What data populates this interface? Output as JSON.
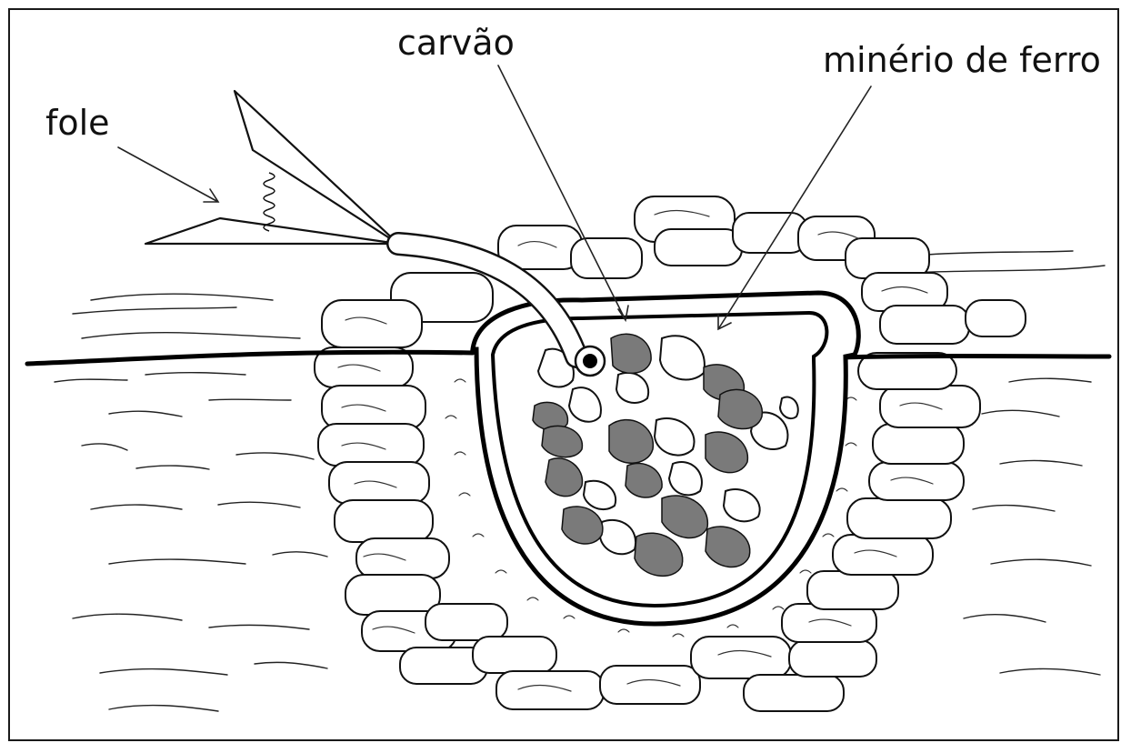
{
  "labels": {
    "bellows": "fole",
    "charcoal": "carvão",
    "iron_ore": "minério de ferro"
  },
  "colors": {
    "ink": "#111111",
    "ore_fill": "#7a7a7a",
    "charcoal_fill": "#ffffff",
    "background": "#ffffff"
  }
}
